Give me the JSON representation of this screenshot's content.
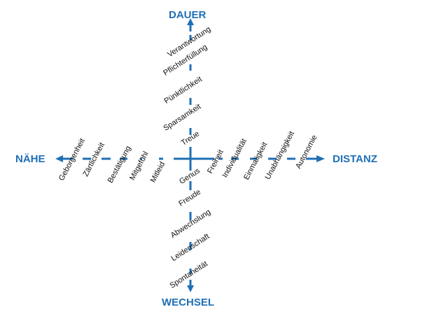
{
  "colors": {
    "axis": "#1f6fb5",
    "pole_text": "#1f6fb5",
    "label_text": "#111111"
  },
  "poles": {
    "top": "DAUER",
    "bottom": "WECHSEL",
    "left": "NÄHE",
    "right": "DISTANZ"
  },
  "axes": {
    "up": [
      "Treue",
      "Sparsamkeit",
      "Pünktlichkeit",
      "Pflichterfüllung",
      "Verantwortung"
    ],
    "down": [
      "Genus",
      "Freude",
      "Abwechslung",
      "Leidenschaft",
      "Spontaneität"
    ],
    "left": [
      "Mitleid",
      "Mitgefühl",
      "Bestätigung",
      "Zärtlichkeit",
      "Geborgenheit"
    ],
    "right": [
      "Freiheit",
      "Individualität",
      "Einmaligkeit",
      "Unabhängigkeit",
      "Autonomie"
    ]
  }
}
